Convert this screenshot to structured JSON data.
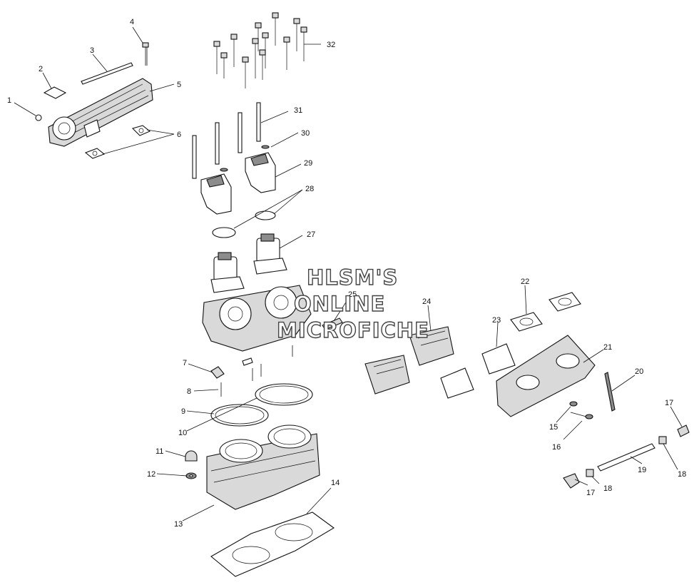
{
  "watermark": {
    "lines": [
      "HLSM'S",
      "ONLINE",
      "MICROFICHE"
    ]
  },
  "callouts": [
    "1",
    "2",
    "3",
    "4",
    "5",
    "6",
    "7",
    "8",
    "9",
    "10",
    "11",
    "12",
    "13",
    "14",
    "15",
    "16",
    "17",
    "17",
    "18",
    "18",
    "19",
    "20",
    "21",
    "22",
    "23",
    "24",
    "25",
    "27",
    "28",
    "29",
    "30",
    "31",
    "32"
  ]
}
